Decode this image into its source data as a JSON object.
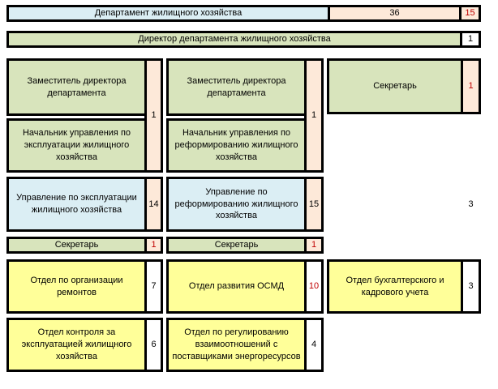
{
  "department": {
    "title": "Департамент жилищного хозяйства",
    "total": "36",
    "count": "15"
  },
  "director": {
    "label": "Директор департамента жилищного хозяйства",
    "count": "1"
  },
  "deputy_left": {
    "label": "Заместитель директора департамента"
  },
  "deputy_right": {
    "label": "Заместитель директора департамента"
  },
  "secretary_top": {
    "label": "Секретарь",
    "count": "1"
  },
  "head_operation": {
    "label": "Начальник управления по эксплуатации жилищного хозяйства",
    "count": "1"
  },
  "head_reform": {
    "label": "Начальник управления по реформированию жилищного хозяйства",
    "count": "1"
  },
  "dept_operation": {
    "label": "Управление по эксплуатации жилищного хозяйства",
    "count": "14"
  },
  "dept_reform": {
    "label": "Управление по реформированию жилищного хозяйства",
    "count": "15"
  },
  "right_count": "3",
  "secretary_left": {
    "label": "Секретарь",
    "count": "1"
  },
  "secretary_mid": {
    "label": "Секретарь",
    "count": "1"
  },
  "unit_repairs": {
    "label": "Отдел по организации ремонтов",
    "count": "7"
  },
  "unit_osmd": {
    "label": "Отдел развития ОСМД",
    "count": "10"
  },
  "unit_accounting": {
    "label": "Отдел бухгалтерского и кадрового учета",
    "count": "3"
  },
  "unit_control": {
    "label": "Отдел контроля за эксплуатацией жилищного хозяйства",
    "count": "6"
  },
  "unit_energy": {
    "label": "Отдел по регулированию взаимоотношений с поставщиками энергоресурсов",
    "count": "4"
  },
  "colors": {
    "green": "#d8e4bc",
    "blue": "#dbeef4",
    "peach": "#fde9d9",
    "yellow": "#ffff99",
    "red_text": "#c00000"
  }
}
